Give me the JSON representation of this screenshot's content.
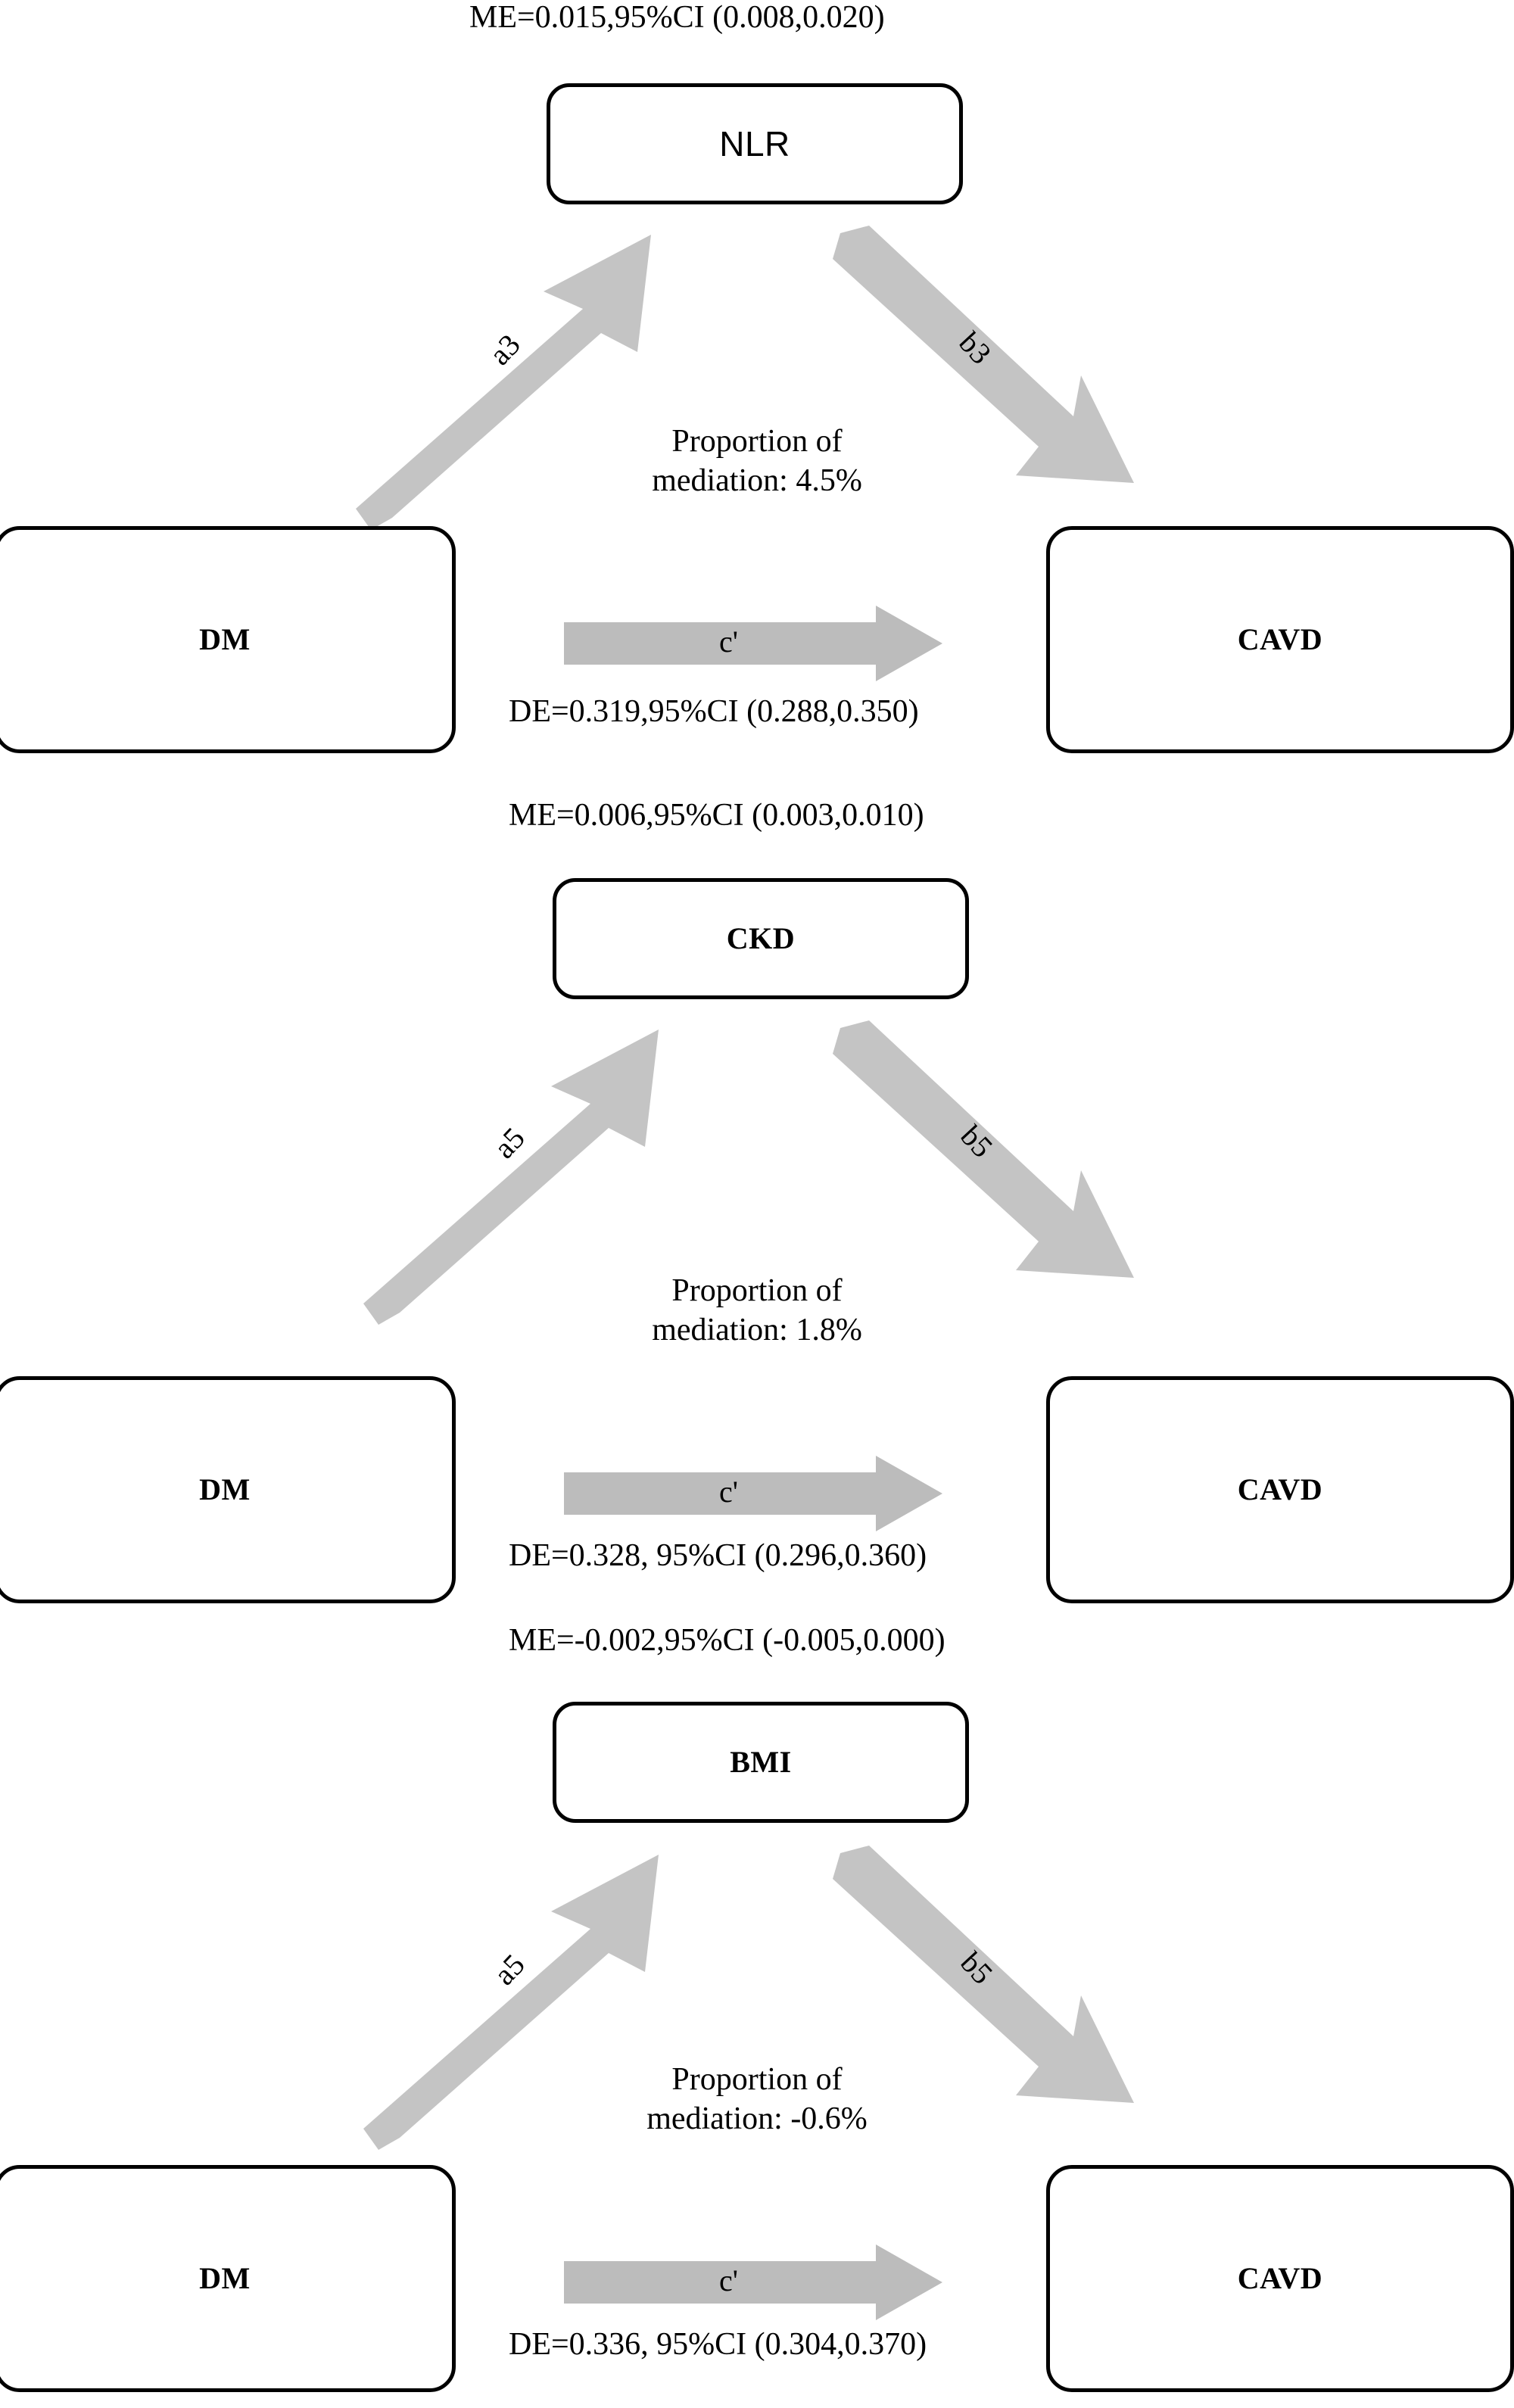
{
  "figure": {
    "type": "mediation-path-diagram",
    "exposure": "DM",
    "outcome": "CAVD",
    "arrow_color": "#c4c4c4",
    "box_border_color": "#000000"
  },
  "panels": [
    {
      "id": "panel-nlr",
      "mediator": "NLR",
      "exposure": "DM",
      "outcome": "CAVD",
      "indirect_effect_text": "ME=0.015,95%CI (0.008,0.020)",
      "direct_effect_text": "DE=0.319,95%CI (0.288,0.350)",
      "proportion_line1": "Proportion of",
      "proportion_line2": "mediation: 4.5%",
      "path_a_label": "a3",
      "path_b_label": "b3",
      "path_c_label": "c'",
      "values": {
        "ME": 0.015,
        "ME_ci": [
          0.008,
          0.02
        ],
        "DE": 0.319,
        "DE_ci": [
          0.288,
          0.35
        ],
        "proportion_mediated_pct": 4.5
      }
    },
    {
      "id": "panel-ckd",
      "mediator": "CKD",
      "exposure": "DM",
      "outcome": "CAVD",
      "indirect_effect_text": "ME=0.006,95%CI (0.003,0.010)",
      "direct_effect_text": "DE=0.328, 95%CI (0.296,0.360)",
      "proportion_line1": "Proportion of",
      "proportion_line2": "mediation: 1.8%",
      "path_a_label": "a5",
      "path_b_label": "b5",
      "path_c_label": "c'",
      "values": {
        "ME": 0.006,
        "ME_ci": [
          0.003,
          0.01
        ],
        "DE": 0.328,
        "DE_ci": [
          0.296,
          0.36
        ],
        "proportion_mediated_pct": 1.8
      }
    },
    {
      "id": "panel-bmi",
      "mediator": "BMI",
      "exposure": "DM",
      "outcome": "CAVD",
      "indirect_effect_text": "ME=-0.002,95%CI (-0.005,0.000)",
      "direct_effect_text": "DE=0.336, 95%CI (0.304,0.370)",
      "proportion_line1": "Proportion of",
      "proportion_line2": "mediation: -0.6%",
      "path_a_label": "a5",
      "path_b_label": "b5",
      "path_c_label": "c'",
      "values": {
        "ME": -0.002,
        "ME_ci": [
          -0.005,
          0.0
        ],
        "DE": 0.336,
        "DE_ci": [
          0.304,
          0.37
        ],
        "proportion_mediated_pct": -0.6
      }
    }
  ]
}
